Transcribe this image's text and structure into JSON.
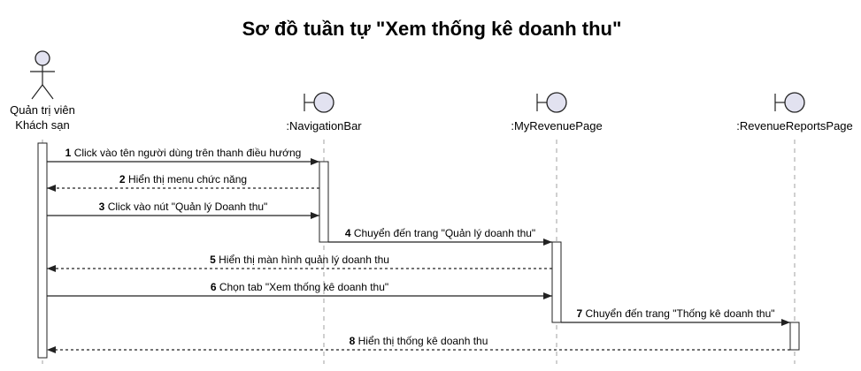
{
  "diagram": {
    "title": "Sơ đồ tuần tự \"Xem thống kê doanh thu\"",
    "participants": [
      {
        "id": "admin",
        "kind": "actor",
        "lines": [
          "Quản trị viên",
          "Khách sạn"
        ]
      },
      {
        "id": "nav",
        "kind": "boundary",
        "lines": [
          ":NavigationBar"
        ]
      },
      {
        "id": "my",
        "kind": "boundary",
        "lines": [
          ":MyRevenuePage"
        ]
      },
      {
        "id": "rep",
        "kind": "boundary",
        "lines": [
          ":RevenueReportsPage"
        ]
      }
    ],
    "messages": [
      {
        "n": "1",
        "text": "Click vào tên người dùng trên thanh điều hướng",
        "from": "admin",
        "to": "nav",
        "type": "sync"
      },
      {
        "n": "2",
        "text": "Hiển thị menu chức năng",
        "from": "nav",
        "to": "admin",
        "type": "return"
      },
      {
        "n": "3",
        "text": "Click vào nút \"Quản lý Doanh thu\"",
        "from": "admin",
        "to": "nav",
        "type": "sync"
      },
      {
        "n": "4",
        "text": "Chuyển đến trang \"Quản lý doanh thu\"",
        "from": "nav",
        "to": "my",
        "type": "sync"
      },
      {
        "n": "5",
        "text": "Hiển thị màn hình quản lý doanh thu",
        "from": "my",
        "to": "admin",
        "type": "return"
      },
      {
        "n": "6",
        "text": "Chọn tab \"Xem thống kê doanh thu\"",
        "from": "admin",
        "to": "my",
        "type": "sync"
      },
      {
        "n": "7",
        "text": "Chuyển đến trang \"Thống kê doanh thu\"",
        "from": "my",
        "to": "rep",
        "type": "sync"
      },
      {
        "n": "8",
        "text": "Hiển thị thống kê doanh thu",
        "from": "rep",
        "to": "admin",
        "type": "return"
      }
    ]
  }
}
